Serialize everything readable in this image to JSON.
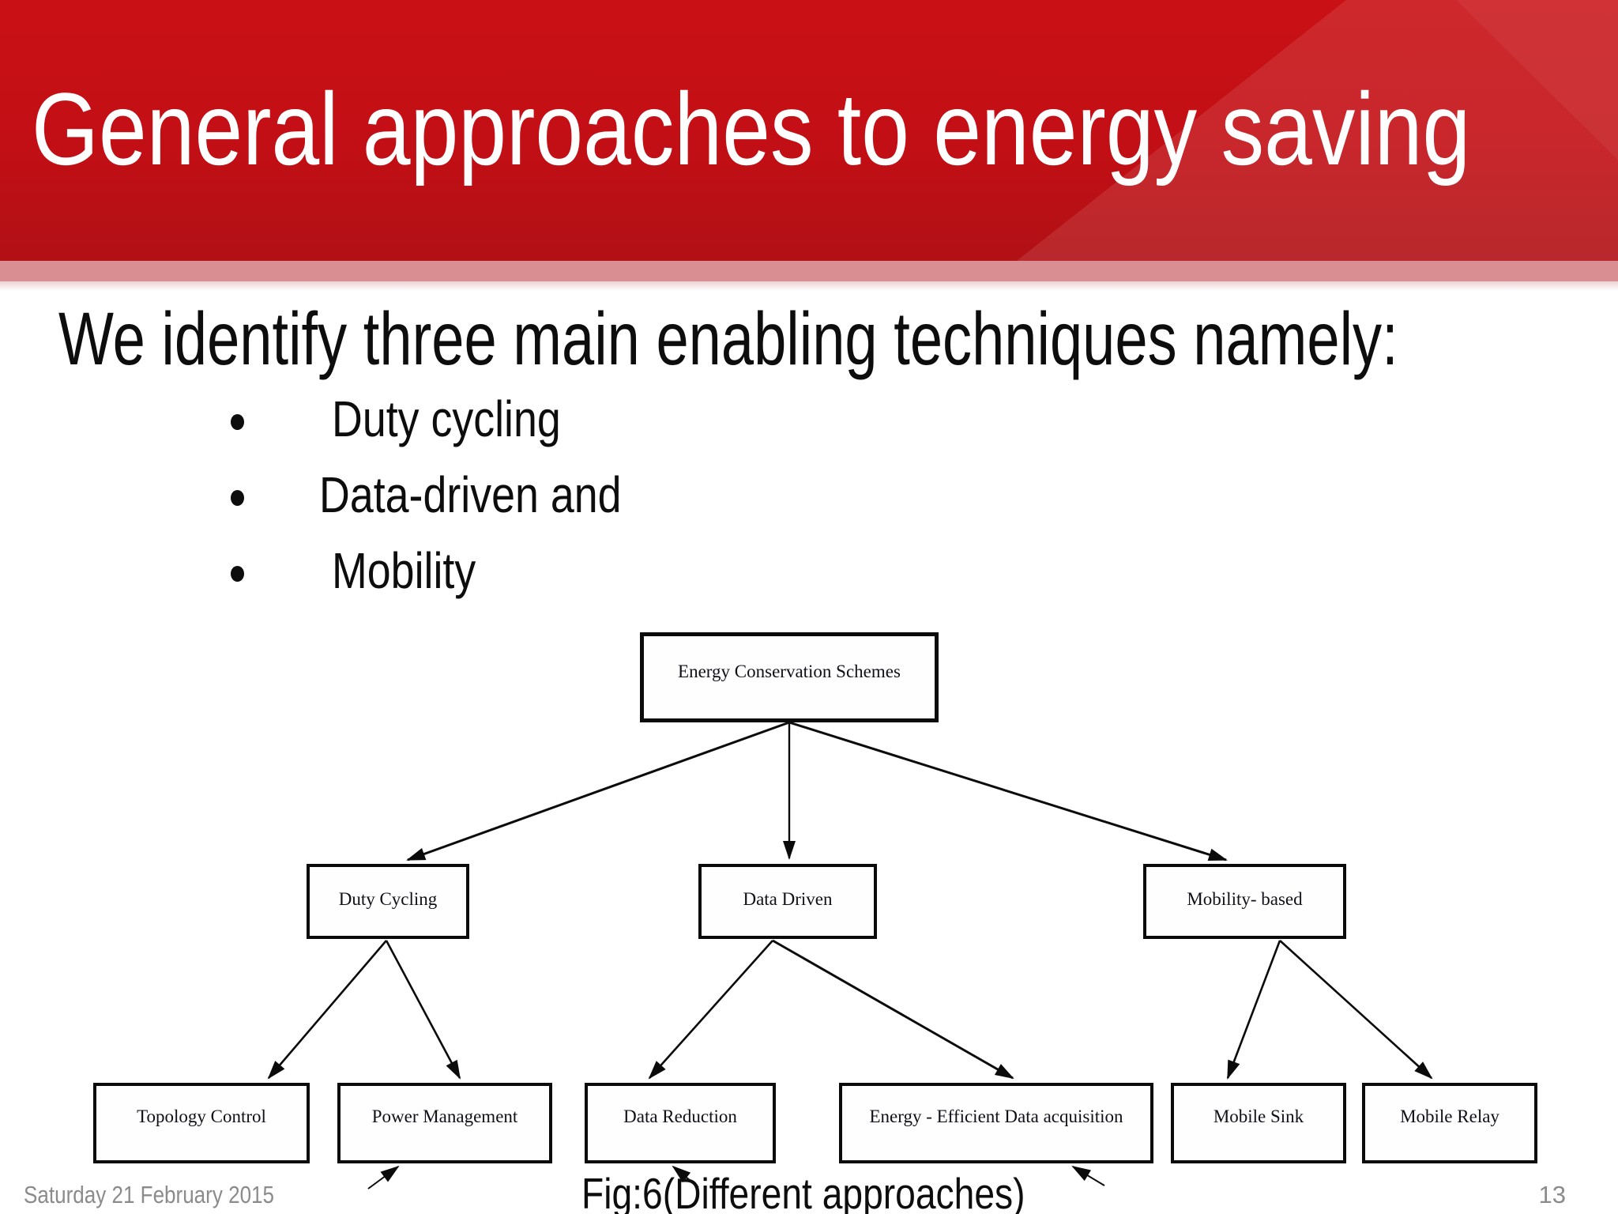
{
  "header": {
    "title": "General approaches to energy saving",
    "background_color": "#c20f15",
    "band_color": "#d98e92",
    "text_color": "#ffffff"
  },
  "intro": "We identify three main enabling techniques namely:",
  "bullets": [
    "Duty cycling",
    "Data-driven and",
    "Mobility"
  ],
  "diagram": {
    "root": "Energy Conservation Schemes",
    "level2": [
      "Duty Cycling",
      "Data Driven",
      "Mobility- based"
    ],
    "level3": [
      "Topology Control",
      "Power Management",
      "Data Reduction",
      "Energy - Efficient Data acquisition",
      "Mobile Sink",
      "Mobile Relay"
    ],
    "edges": [
      [
        "Energy Conservation Schemes",
        "Duty Cycling"
      ],
      [
        "Energy Conservation Schemes",
        "Data Driven"
      ],
      [
        "Energy Conservation Schemes",
        "Mobility- based"
      ],
      [
        "Duty Cycling",
        "Topology Control"
      ],
      [
        "Duty Cycling",
        "Power Management"
      ],
      [
        "Data Driven",
        "Data Reduction"
      ],
      [
        "Data Driven",
        "Energy - Efficient Data acquisition"
      ],
      [
        "Mobility- based",
        "Mobile Sink"
      ],
      [
        "Mobility- based",
        "Mobile Relay"
      ]
    ]
  },
  "caption": "Fig:6(Different approaches)",
  "footer": {
    "date": "Saturday 21 February 2015",
    "page": "13"
  }
}
